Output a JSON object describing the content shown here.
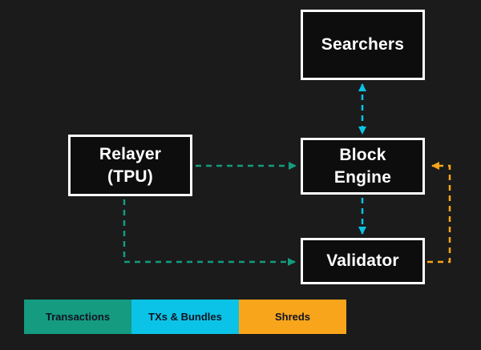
{
  "diagram": {
    "nodes": {
      "searchers": {
        "label": "Searchers"
      },
      "relayer": {
        "line1": "Relayer",
        "line2": "(TPU)"
      },
      "block_engine": {
        "line1": "Block",
        "line2": "Engine"
      },
      "validator": {
        "label": "Validator"
      }
    },
    "edges": [
      {
        "from": "Searchers",
        "to": "Block Engine",
        "flow": "TXs & Bundles",
        "bidirectional": true
      },
      {
        "from": "Relayer (TPU)",
        "to": "Block Engine",
        "flow": "Transactions",
        "bidirectional": false
      },
      {
        "from": "Relayer (TPU)",
        "to": "Validator",
        "flow": "Transactions",
        "bidirectional": false
      },
      {
        "from": "Block Engine",
        "to": "Validator",
        "flow": "TXs & Bundles",
        "bidirectional": false
      },
      {
        "from": "Validator",
        "to": "Block Engine",
        "flow": "Shreds",
        "bidirectional": false
      }
    ],
    "legend": [
      {
        "label": "Transactions"
      },
      {
        "label": "TXs & Bundles"
      },
      {
        "label": "Shreds"
      }
    ],
    "colors": {
      "background": "#1B1B1B",
      "node_fill": "#0D0D0D",
      "node_border": "#FFFFFF",
      "node_text": "#FFFFFF",
      "legend_text": "#101322",
      "transactions": "#149B80",
      "txs_bundles": "#0BC3E6",
      "shreds": "#F8A51B"
    }
  }
}
